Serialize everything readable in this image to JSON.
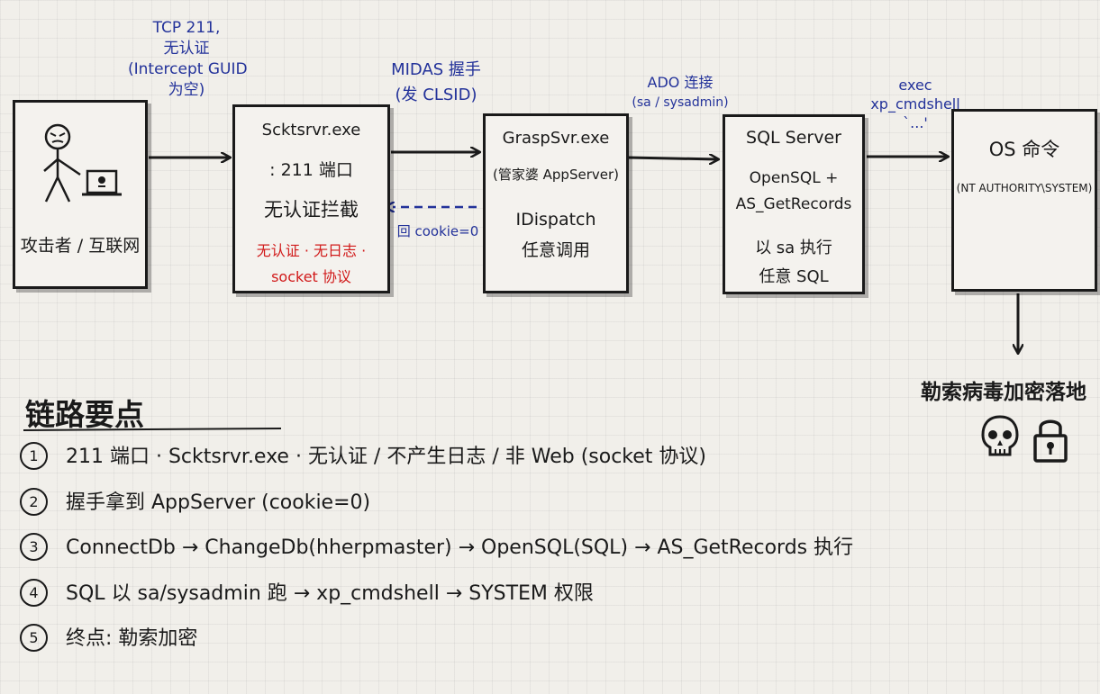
{
  "attacker": {
    "label": "攻击者 / 互联网"
  },
  "edge1": {
    "line1": "TCP 211,",
    "line2": "无认证",
    "line3": "(Intercept GUID",
    "line4": "为空)"
  },
  "scktsrvr": {
    "title": "Scktsrvr.exe",
    "port": ": 211 端口",
    "desc": "无认证拦截",
    "warn1": "无认证 · 无日志 ·",
    "warn2": "socket 协议"
  },
  "edge2": {
    "line1": "MIDAS 握手",
    "line2": "(发 CLSID)"
  },
  "return_edge": {
    "label": "回 cookie=0"
  },
  "graspsvr": {
    "title": "GraspSvr.exe",
    "subtitle": "(管家婆 AppServer)",
    "line1": "IDispatch",
    "line2": "任意调用"
  },
  "edge3": {
    "line1": "ADO 连接",
    "line2": "(sa / sysadmin)"
  },
  "sqlserver": {
    "title": "SQL Server",
    "line1": "OpenSQL +",
    "line2": "AS_GetRecords",
    "line3": "以 sa 执行",
    "line4": "任意 SQL"
  },
  "edge4": {
    "line1": "exec",
    "line2": "xp_cmdshell",
    "line3": "`...'"
  },
  "os": {
    "title": "OS 命令",
    "subtitle": "(NT AUTHORITY\\SYSTEM)"
  },
  "ransom": {
    "label": "勒索病毒加密落地"
  },
  "notes": {
    "title": "链路要点",
    "items": [
      {
        "num": "1",
        "text": "211 端口 · Scktsrvr.exe · 无认证 / 不产生日志 / 非 Web (socket 协议)"
      },
      {
        "num": "2",
        "text": "握手拿到 AppServer (cookie=0)"
      },
      {
        "num": "3",
        "text": "ConnectDb → ChangeDb(hherpmaster) → OpenSQL(SQL) → AS_GetRecords 执行"
      },
      {
        "num": "4",
        "text": "SQL 以 sa/sysadmin 跑 → xp_cmdshell → SYSTEM 权限"
      },
      {
        "num": "5",
        "text": "终点: 勒索加密"
      }
    ]
  },
  "colors": {
    "ink": "#1a1a1a",
    "blue": "#23329a",
    "red": "#d11a1a",
    "paper": "#f1efea"
  }
}
